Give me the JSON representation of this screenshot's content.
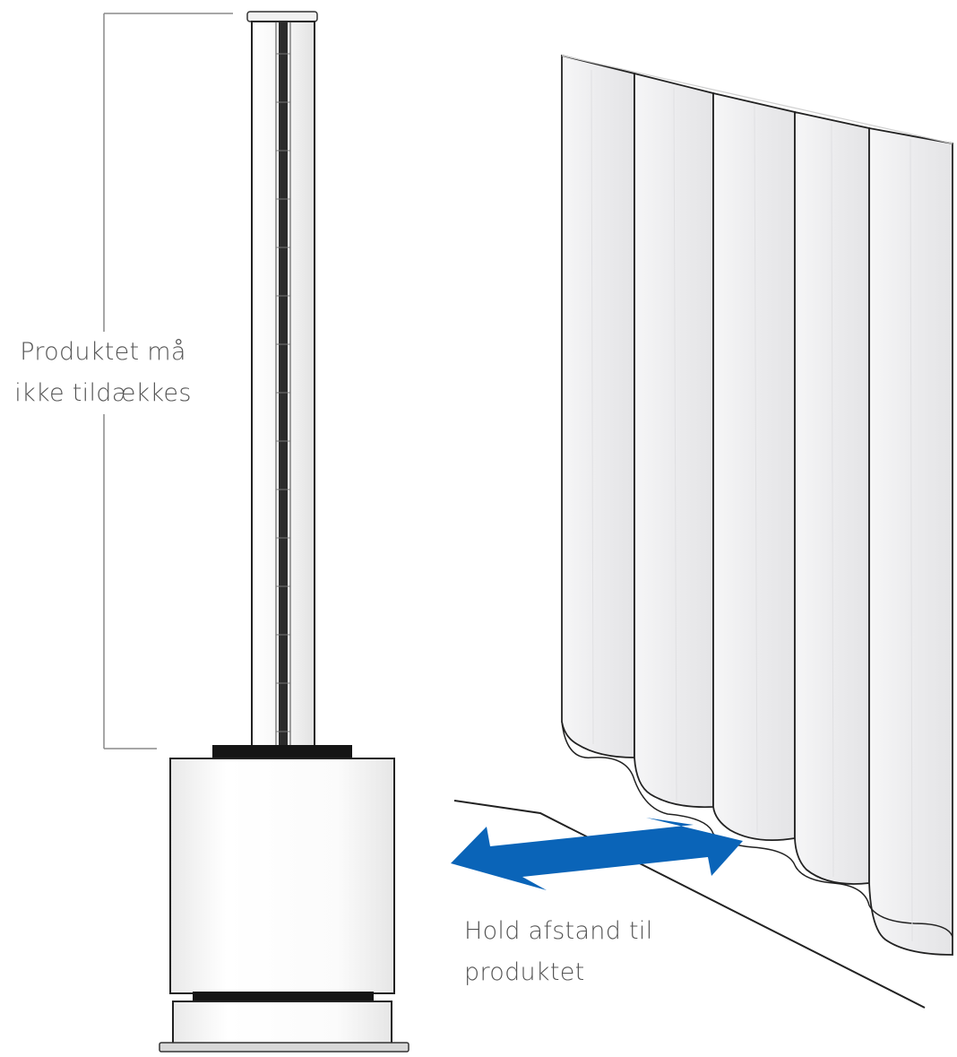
{
  "labels": {
    "no_cover": [
      "Produktet må",
      "ikke tildækkes"
    ],
    "keep_distance": [
      "Hold afstand til",
      "produktet"
    ]
  },
  "colors": {
    "arrow": "#0a64b8",
    "outline": "#222222",
    "bracket": "#8a8a8a",
    "caption": "#555555",
    "curtain": "#f1f1f2"
  },
  "icons": {
    "arrow": "double-headed-arrow-icon"
  }
}
